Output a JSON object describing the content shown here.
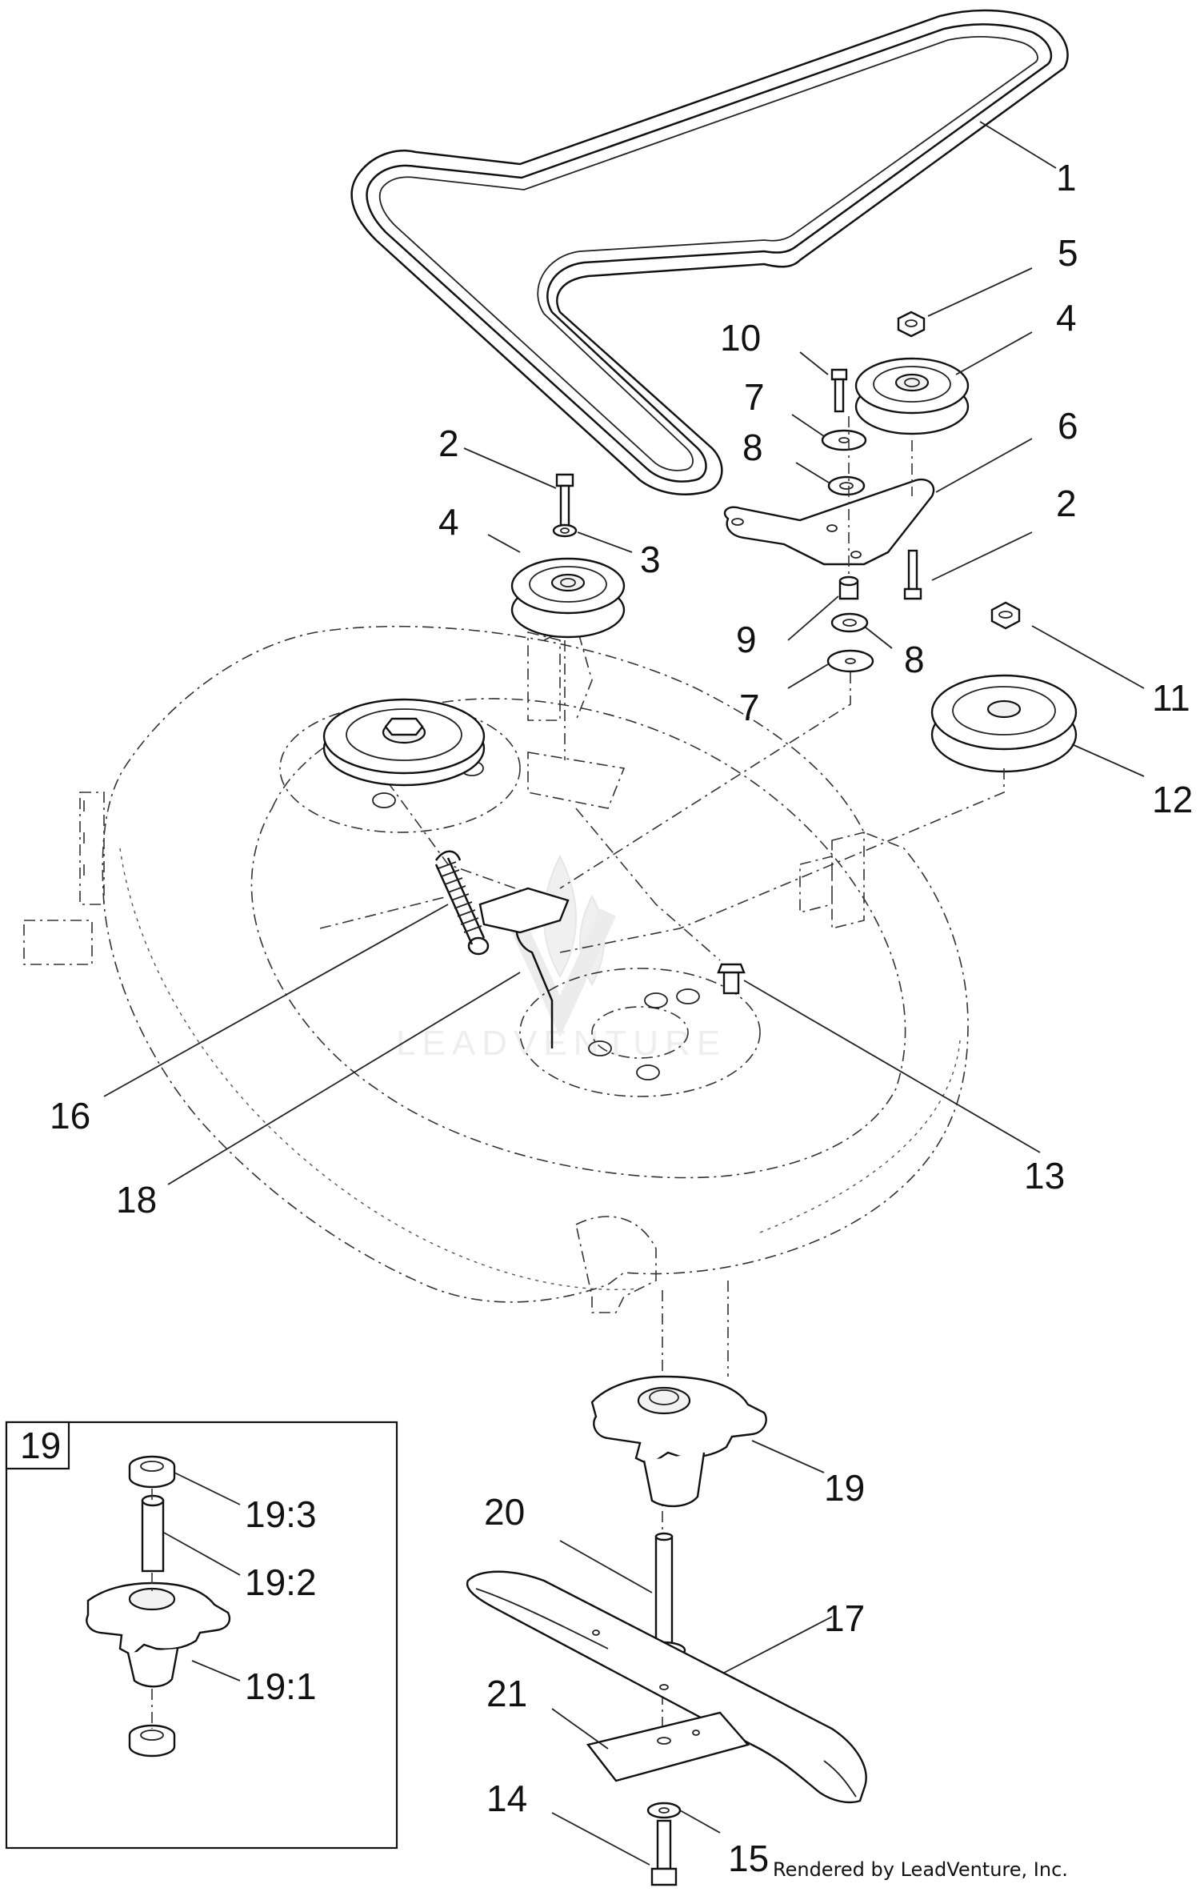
{
  "labels": {
    "l1": "1",
    "l2a": "2",
    "l2b": "2",
    "l3": "3",
    "l4a": "4",
    "l4b": "4",
    "l5": "5",
    "l6": "6",
    "l7a": "7",
    "l7b": "7",
    "l8a": "8",
    "l8b": "8",
    "l9": "9",
    "l10": "10",
    "l11": "11",
    "l12": "12",
    "l13": "13",
    "l14": "14",
    "l15": "15",
    "l16": "16",
    "l17": "17",
    "l18": "18",
    "l19": "19",
    "l20": "20",
    "l21": "21"
  },
  "inset": {
    "title": "19",
    "l19_3": "19:3",
    "l19_2": "19:2",
    "l19_1": "19:1"
  },
  "watermark": "LEADVENTURE",
  "credit": "Rendered by LeadVenture, Inc."
}
